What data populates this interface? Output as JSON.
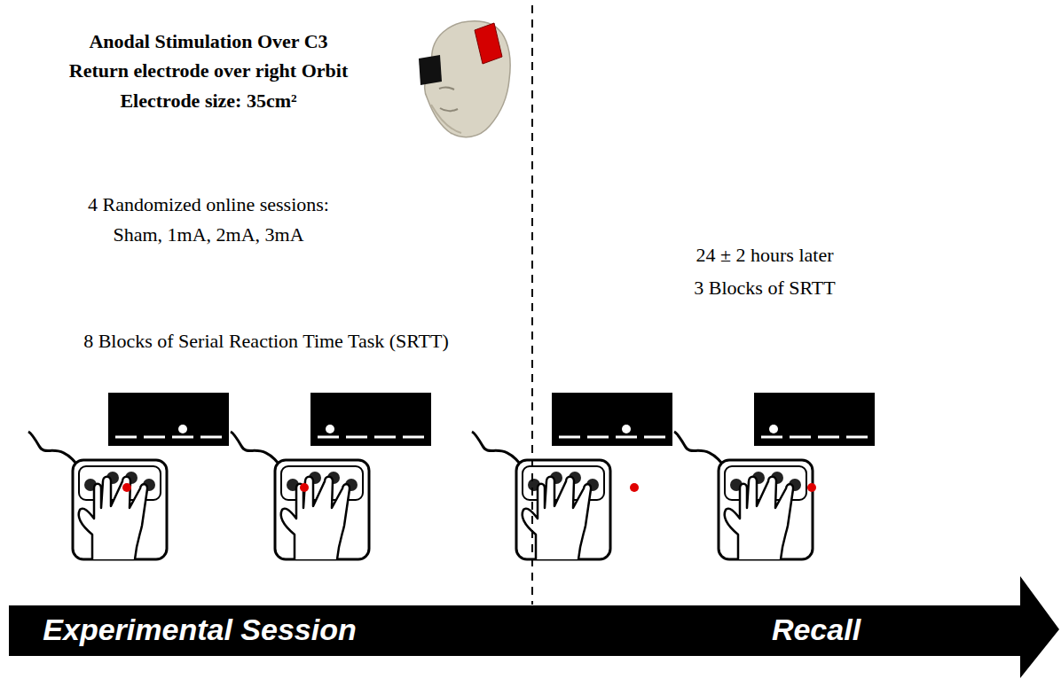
{
  "diagram": {
    "nodes": [
      {
        "text": [
          "Experimental Session",
          "Recall"
        ]
      }
    ],
    "labels": [
      "Anodal Stimulation Over C3",
      "Return electrode over right Orbit",
      "Electrode size: 35cm²",
      "4 Randomized online sessions: Sham, 1mA, 2mA, 3mA",
      "8 Blocks of Serial Reaction Time Task (SRTT)",
      "24 ± 2 hours later",
      "3 Blocks of SRTT"
    ]
  }
}
